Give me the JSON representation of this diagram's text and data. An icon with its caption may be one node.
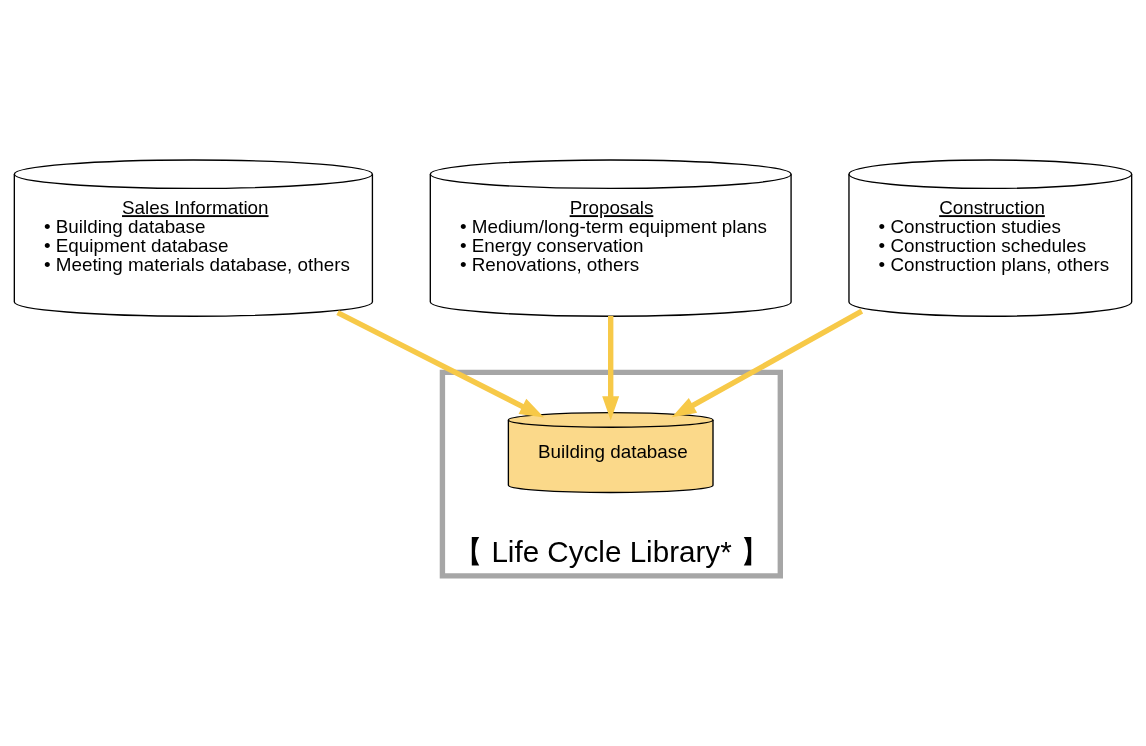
{
  "diagram": {
    "nodes": [
      {
        "text": [
          "Sales Information",
          "• Building database",
          "• Equipment database",
          "• Meeting materials database, others"
        ]
      },
      {
        "text": [
          "Proposals",
          "• Medium/long-term equipment plans",
          "• Energy conservation",
          "• Renovations, others"
        ]
      },
      {
        "text": [
          "Construction",
          "• Construction studies",
          "• Construction schedules",
          "• Construction plans, others"
        ]
      },
      {
        "text": [
          "【 Life Cycle Library* 】"
        ]
      },
      {
        "text": [
          "Building database"
        ],
        "in": 3
      }
    ],
    "edges": [
      {
        "from": 0,
        "to": 4,
        "arrow": "to"
      },
      {
        "from": 1,
        "to": 4,
        "arrow": "to"
      },
      {
        "from": 2,
        "to": 4,
        "arrow": "to"
      }
    ]
  }
}
